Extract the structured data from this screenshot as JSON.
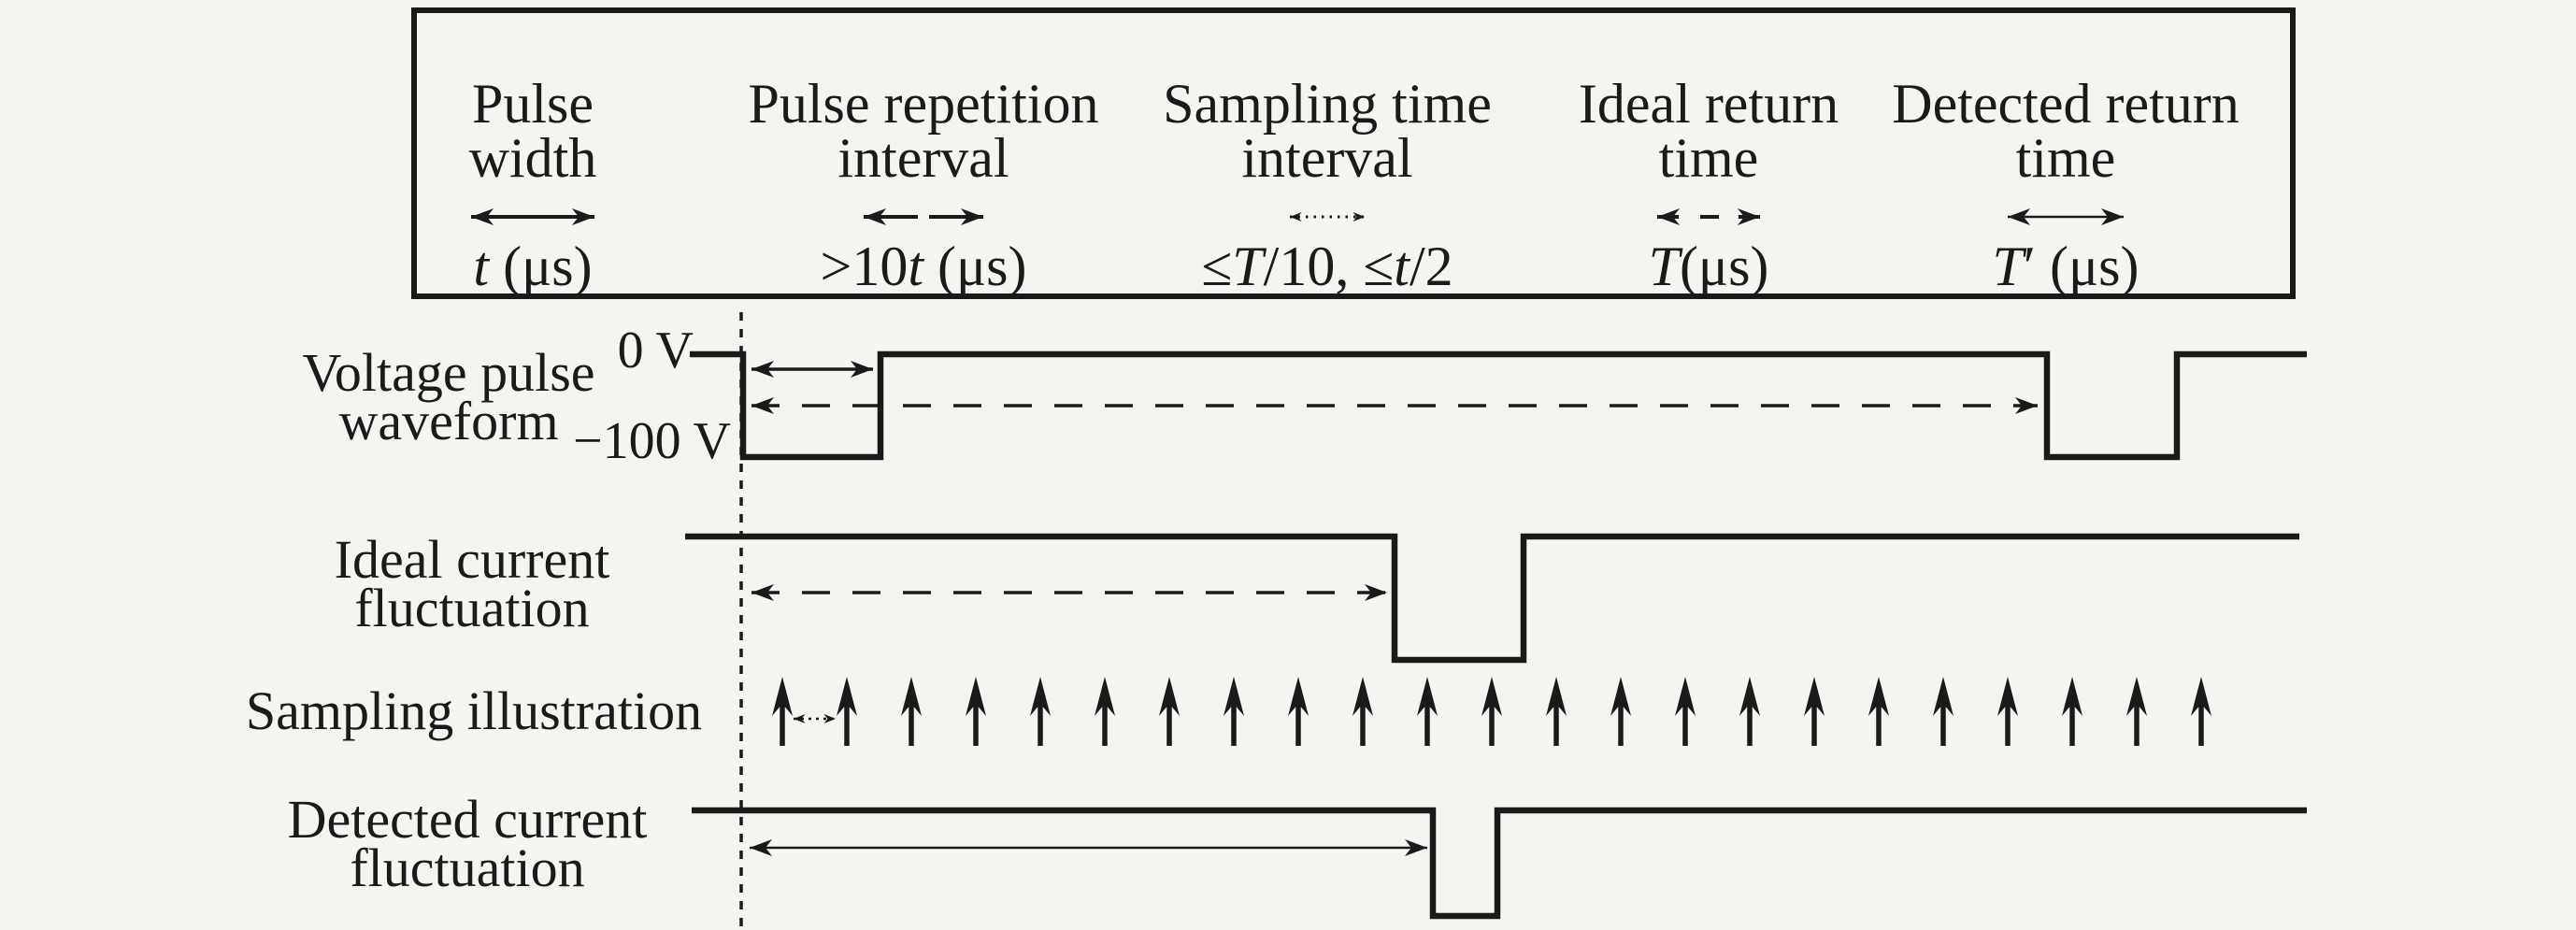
{
  "colors": {
    "ink": "#1a1a1a",
    "background": "#f5f4f1"
  },
  "legend": {
    "entries": [
      {
        "line1": "Pulse",
        "line2": "width",
        "arrow_style": "solid-double",
        "value_segments": [
          {
            "t": "t",
            "i": true
          },
          {
            "t": " (μs)",
            "i": false
          }
        ]
      },
      {
        "line1": "Pulse repetition",
        "line2": "interval",
        "arrow_style": "split-outward",
        "value_segments": [
          {
            "t": ">10",
            "i": false
          },
          {
            "t": "t",
            "i": true
          },
          {
            "t": " (μs)",
            "i": false
          }
        ]
      },
      {
        "line1": "Sampling time",
        "line2": "interval",
        "arrow_style": "dotted-double",
        "value_segments": [
          {
            "t": "≤",
            "i": false
          },
          {
            "t": "T",
            "i": true
          },
          {
            "t": "/10, ≤",
            "i": false
          },
          {
            "t": "t",
            "i": true
          },
          {
            "t": "/2",
            "i": false
          }
        ]
      },
      {
        "line1": "Ideal return",
        "line2": "time",
        "arrow_style": "dashed-double",
        "value_segments": [
          {
            "t": "T",
            "i": true
          },
          {
            "t": "(μs)",
            "i": false
          }
        ]
      },
      {
        "line1": "Detected return",
        "line2": "time",
        "arrow_style": "thin-double",
        "value_segments": [
          {
            "t": "T",
            "i": true
          },
          {
            "t": "′ (μs)",
            "i": false
          }
        ]
      }
    ]
  },
  "rows": {
    "voltage": {
      "label_line1": "Voltage pulse",
      "label_line2": "waveform",
      "level_high": "0 V",
      "level_low": "−100 V"
    },
    "ideal": {
      "label_line1": "Ideal current",
      "label_line2": "fluctuation"
    },
    "sampling": {
      "label": "Sampling illustration",
      "arrow_count": 23
    },
    "detected": {
      "label_line1": "Detected current",
      "label_line2": "fluctuation"
    }
  }
}
